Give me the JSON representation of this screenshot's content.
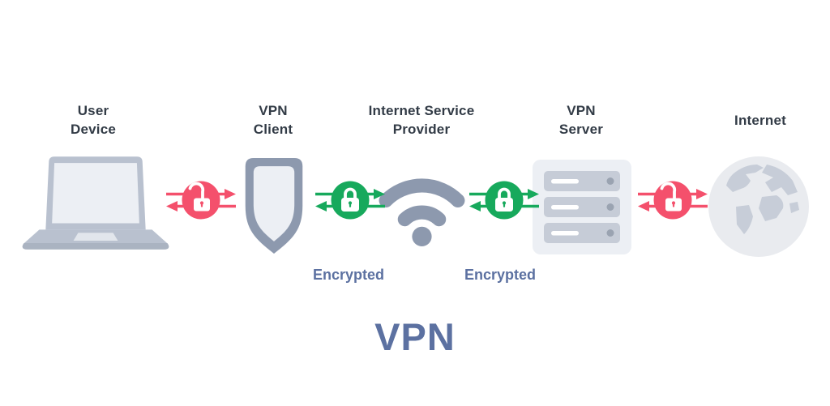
{
  "diagram": {
    "title": "VPN",
    "nodes": [
      {
        "label": "User\nDevice",
        "icon": "laptop-icon"
      },
      {
        "label": "VPN\nClient",
        "icon": "shield-icon"
      },
      {
        "label": "Internet Service\nProvider",
        "icon": "wifi-icon"
      },
      {
        "label": "VPN\nServer",
        "icon": "server-icon"
      },
      {
        "label": "Internet",
        "icon": "globe-icon"
      }
    ],
    "connectors": [
      {
        "between": "User Device ↔ VPN Client",
        "lock": "open",
        "state": "unencrypted",
        "label": ""
      },
      {
        "between": "VPN Client ↔ Internet Service Provider",
        "lock": "closed",
        "state": "encrypted",
        "label": "Encrypted"
      },
      {
        "between": "Internet Service Provider ↔ VPN Server",
        "lock": "closed",
        "state": "encrypted",
        "label": "Encrypted"
      },
      {
        "between": "VPN Server ↔ Internet",
        "lock": "open",
        "state": "unencrypted",
        "label": ""
      }
    ],
    "colors": {
      "heading_text": "#323B46",
      "accent_text": "#5C71A1",
      "unencrypted": "#F4506C",
      "encrypted": "#17A95C",
      "icon_gray": "#8D99AE",
      "icon_light": "#ECEFF4",
      "icon_mid": "#B9C1CF",
      "server_bar": "#C6CCD7",
      "server_dot": "#9AA3B1",
      "globe_fill": "#E9EBEF",
      "globe_land": "#C7CDD8"
    }
  }
}
